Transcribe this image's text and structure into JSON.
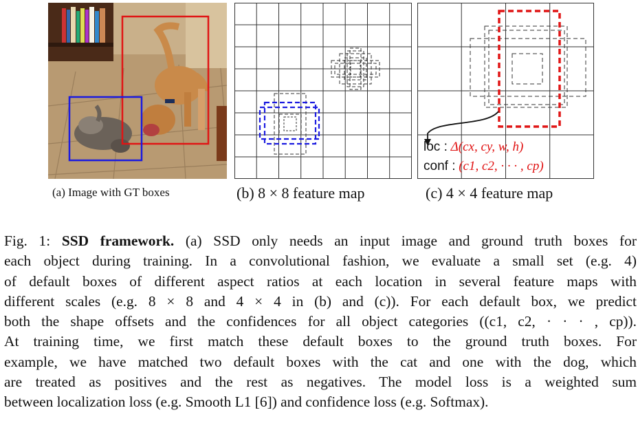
{
  "figure": {
    "subcaptions": {
      "a": "(a) Image with GT boxes",
      "b": "(b) 8 × 8 feature map",
      "c": "(c) 4 × 4 feature map"
    },
    "loc_label": "loc :",
    "loc_formula": "Δ(cx, cy, w, h)",
    "conf_label": "conf :",
    "conf_formula": "(c1, c2, · · · , cp)",
    "gt_box_colors": {
      "cat": "#1a1ae0",
      "dog": "#e01515"
    },
    "matched_box_color_small_map": "#1a1ae0",
    "matched_box_color_large_map": "#e01515"
  },
  "caption": {
    "label": "Fig. 1:",
    "title": "SSD framework.",
    "lines": [
      "(a) SSD only needs an input image and ground truth boxes for",
      "each object during training. In a convolutional fashion, we evaluate a small set (e.g. 4)",
      "of default boxes of different aspect ratios at each location in several feature maps with",
      "different scales (e.g. 8 × 8 and 4 × 4 in (b) and (c)). For each default box, we predict",
      "both the shape offsets and the confidences for all object categories ((c1, c2, · · · , cp)).",
      "At training time, we first match these default boxes to the ground truth boxes. For",
      "example, we have matched two default boxes with the cat and one with the dog, which",
      "are treated as positives and the rest as negatives. The model loss is a weighted sum",
      "between localization loss (e.g. Smooth L1 [6]) and confidence loss (e.g. Softmax)."
    ]
  }
}
